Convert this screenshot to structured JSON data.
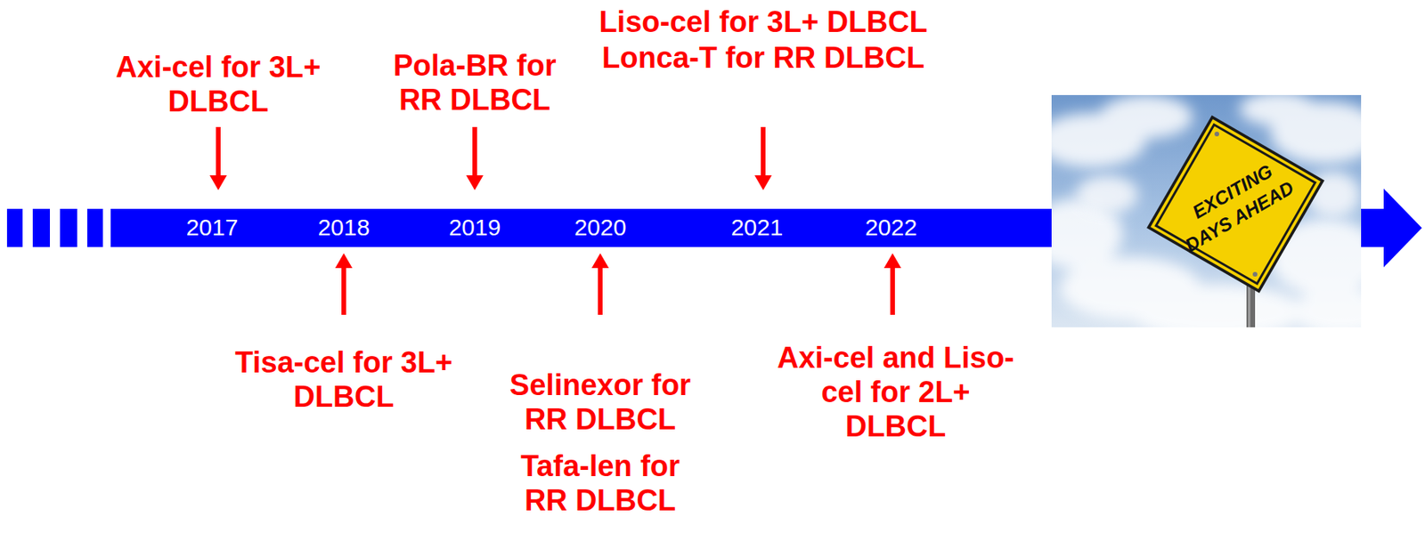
{
  "diagram": {
    "labels": [
      "Axi-cel for 3L+ DLBCL",
      "Pola-BR for RR DLBCL",
      "Liso-cel for 3L+ DLBCL",
      "Lonca-T for RR DLBCL",
      "2017",
      "2018",
      "2019",
      "2020",
      "2021",
      "2022",
      "Tisa-cel for 3L+ DLBCL",
      "Selinexor for RR DLBCL",
      "Tafa-len for RR DLBCL",
      "Axi-cel and Liso-cel for 2L+ DLBCL",
      "EXCITING",
      "DAYS AHEAD"
    ]
  }
}
